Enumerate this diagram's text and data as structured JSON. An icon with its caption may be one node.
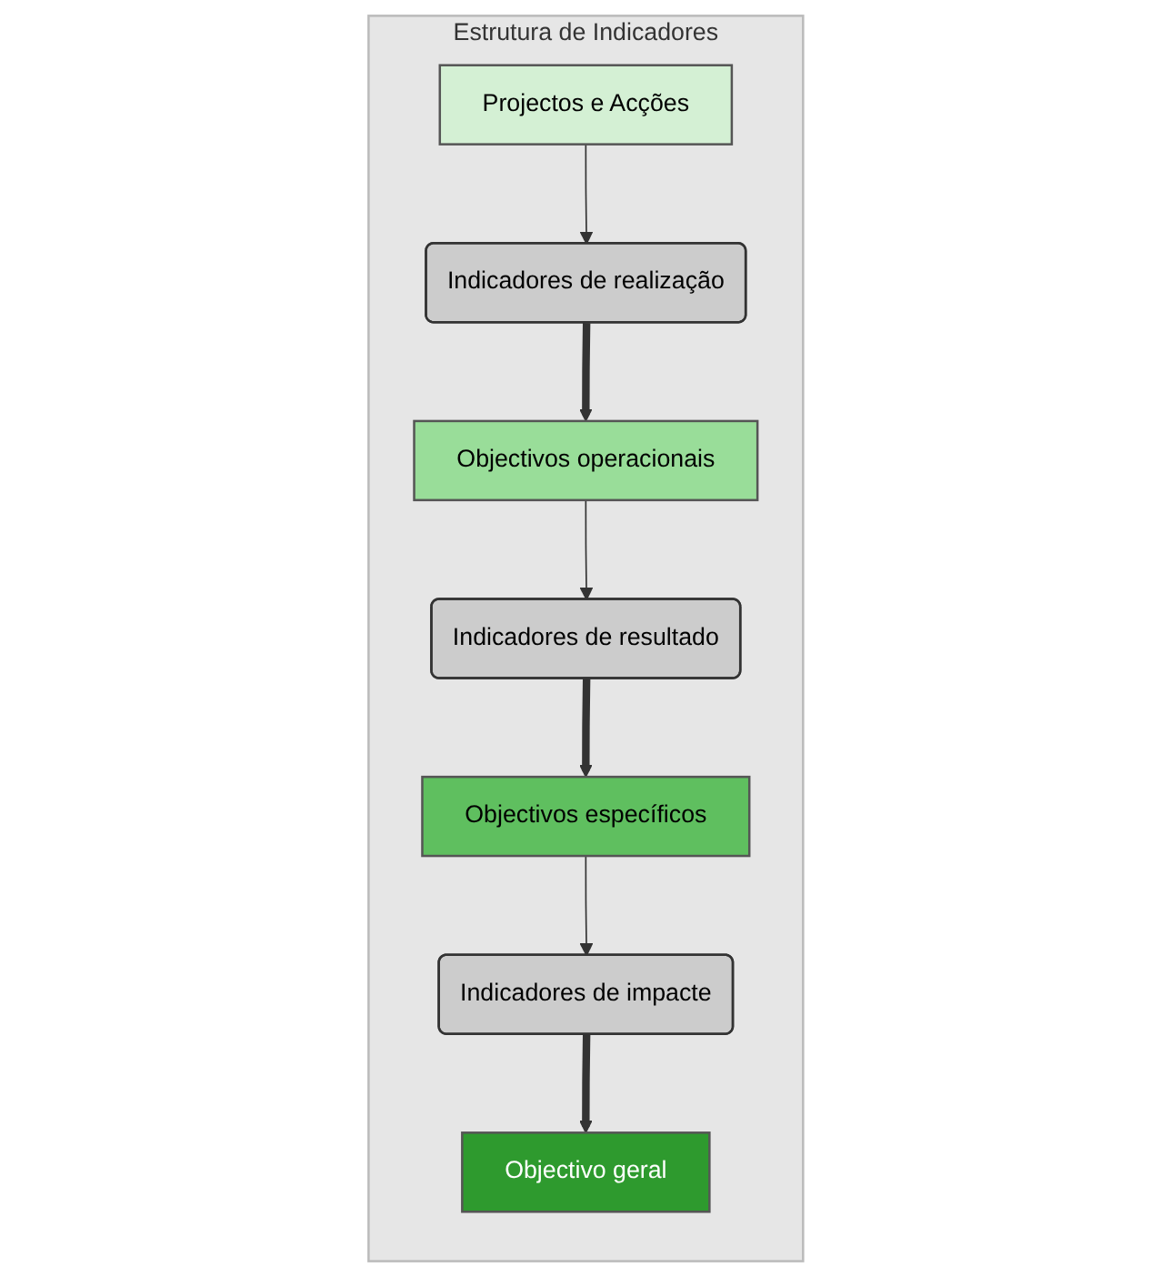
{
  "diagram": {
    "nodes": [
      {
        "text": [
          "Estrutura de Indicadores"
        ]
      },
      {
        "text": [
          "Objectivo geral"
        ],
        "in": 0
      },
      {
        "text": [
          "Objectivos específicos"
        ],
        "in": 0
      },
      {
        "text": [
          "Indicadores de impacte"
        ],
        "in": 0
      },
      {
        "text": [
          "Objectivos operacionais"
        ],
        "in": 0
      },
      {
        "text": [
          "Indicadores de resultado"
        ],
        "in": 0
      },
      {
        "text": [
          "Projectos e Acções"
        ],
        "in": 0
      },
      {
        "text": [
          "Indicadores de realização"
        ],
        "in": 0
      }
    ],
    "edges": [
      {
        "from": 2,
        "to": 3,
        "arrow": "to"
      },
      {
        "from": 3,
        "to": 1,
        "arrow": "to",
        "style": "thick"
      },
      {
        "from": 4,
        "to": 5,
        "arrow": "to"
      },
      {
        "from": 5,
        "to": 2,
        "arrow": "to",
        "style": "thick"
      },
      {
        "from": 6,
        "to": 7,
        "arrow": "to"
      },
      {
        "from": 7,
        "to": 4,
        "arrow": "to",
        "style": "thick"
      }
    ]
  }
}
